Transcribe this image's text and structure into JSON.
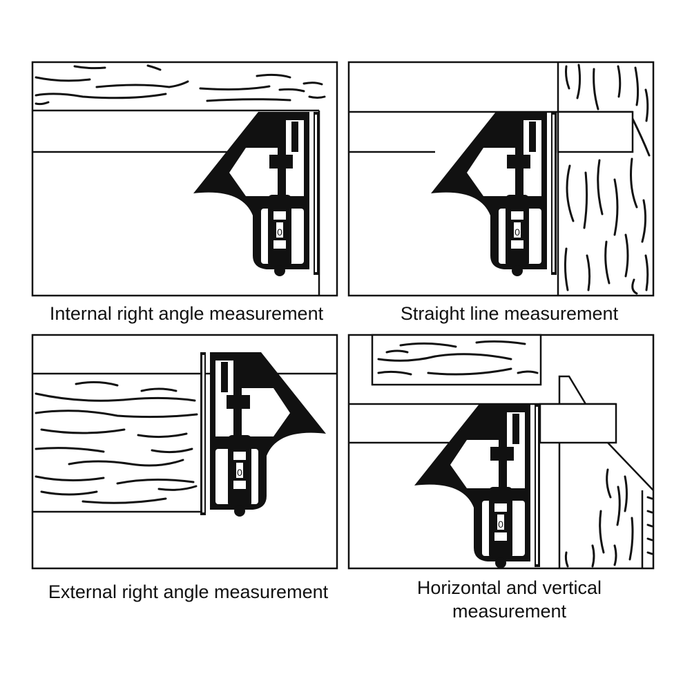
{
  "colors": {
    "ink": "#111111",
    "paper": "#ffffff"
  },
  "icons": [
    "combination-square-icon",
    "wood-board-icon",
    "spirit-level-vial-icon"
  ],
  "panels": [
    {
      "caption": "Internal right angle measurement",
      "vial_digit": "0"
    },
    {
      "caption": "Straight line measurement",
      "vial_digit": "0"
    },
    {
      "caption": "External right angle measurement",
      "vial_digit": "0"
    },
    {
      "caption_line1": "Horizontal and vertical",
      "caption_line2": "measurement",
      "vial_digit": "0"
    }
  ]
}
